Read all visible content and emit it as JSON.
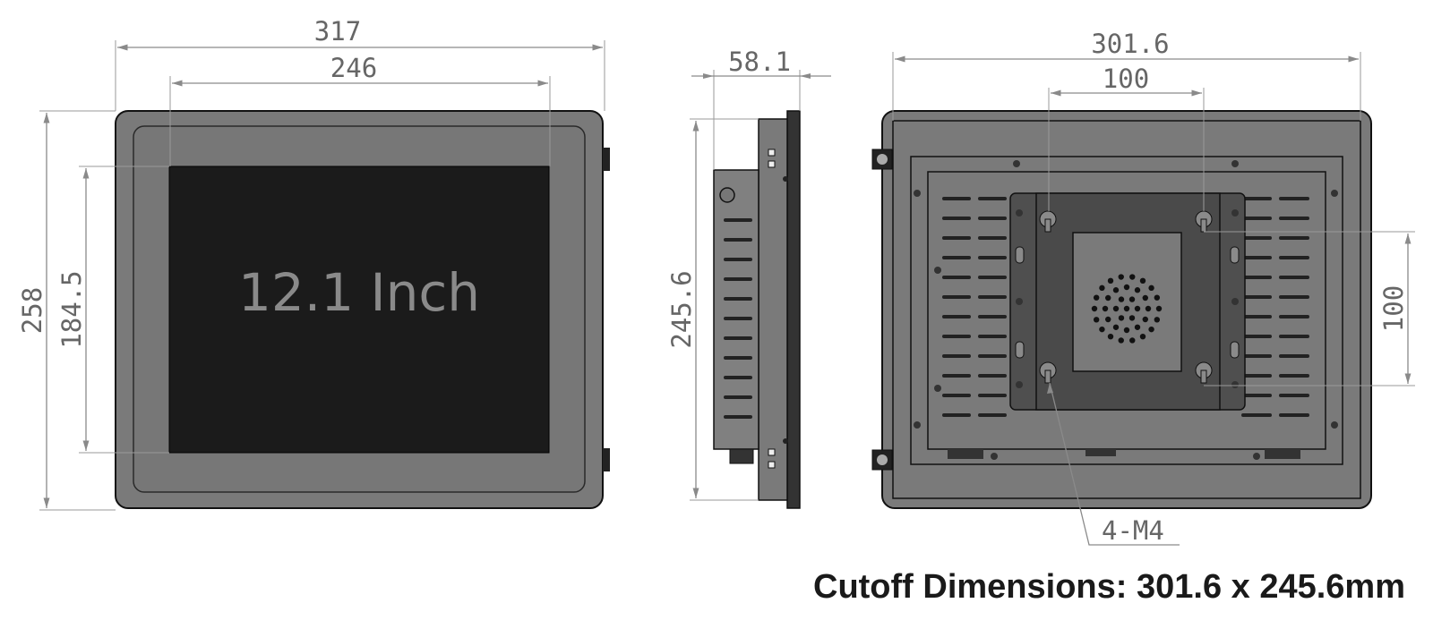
{
  "front_view": {
    "screen_label": "12.1 Inch",
    "dim_overall_width": "317",
    "dim_screen_width": "246",
    "dim_overall_height": "258",
    "dim_screen_height": "184.5"
  },
  "side_view": {
    "dim_depth": "58.1",
    "dim_height": "245.6"
  },
  "rear_view": {
    "dim_width": "301.6",
    "dim_vesa_width": "100",
    "dim_vesa_height": "100",
    "screw_callout": "4-M4"
  },
  "cutoff_caption": "Cutoff Dimensions: 301.6 x 245.6mm",
  "colors": {
    "bezel": "#7a7a7a",
    "screen": "#1b1b1b",
    "panel_dark": "#555555",
    "dim_text": "#666666"
  }
}
